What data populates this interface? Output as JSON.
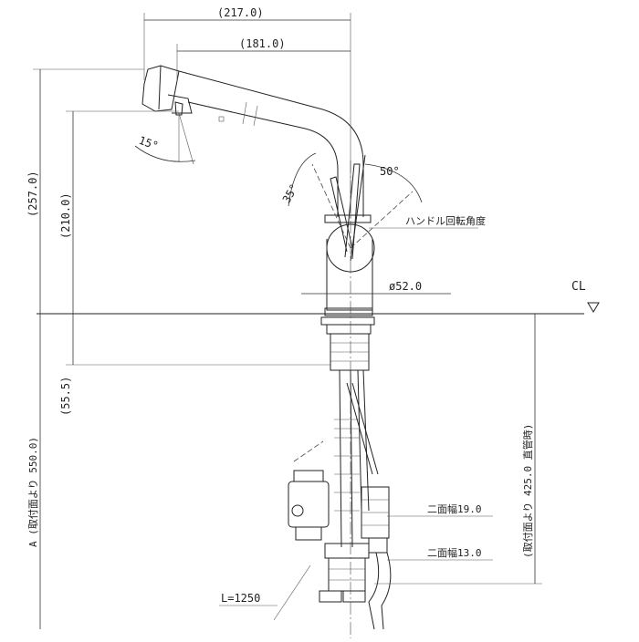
{
  "dimensions": {
    "overall_reach": "(217.0)",
    "spout_reach": "(181.0)",
    "overall_height": "(257.0)",
    "spout_height": "(210.0)",
    "below_counter": "(55.5)",
    "base_diameter": "ø52.0",
    "hose_length_a": "A (取付面より 550.0)",
    "hose_length_b": "(取付面より 425.0 直管時)",
    "hose_l": "L=1250"
  },
  "angles": {
    "spray": "15°",
    "handle_left": "35°",
    "handle_right": "50°"
  },
  "labels": {
    "handle_rotation": "ハンドル回転角度",
    "counter_line": "CL",
    "width_across_flats_1": "二面幅19.0",
    "width_across_flats_2": "二面幅13.0"
  }
}
